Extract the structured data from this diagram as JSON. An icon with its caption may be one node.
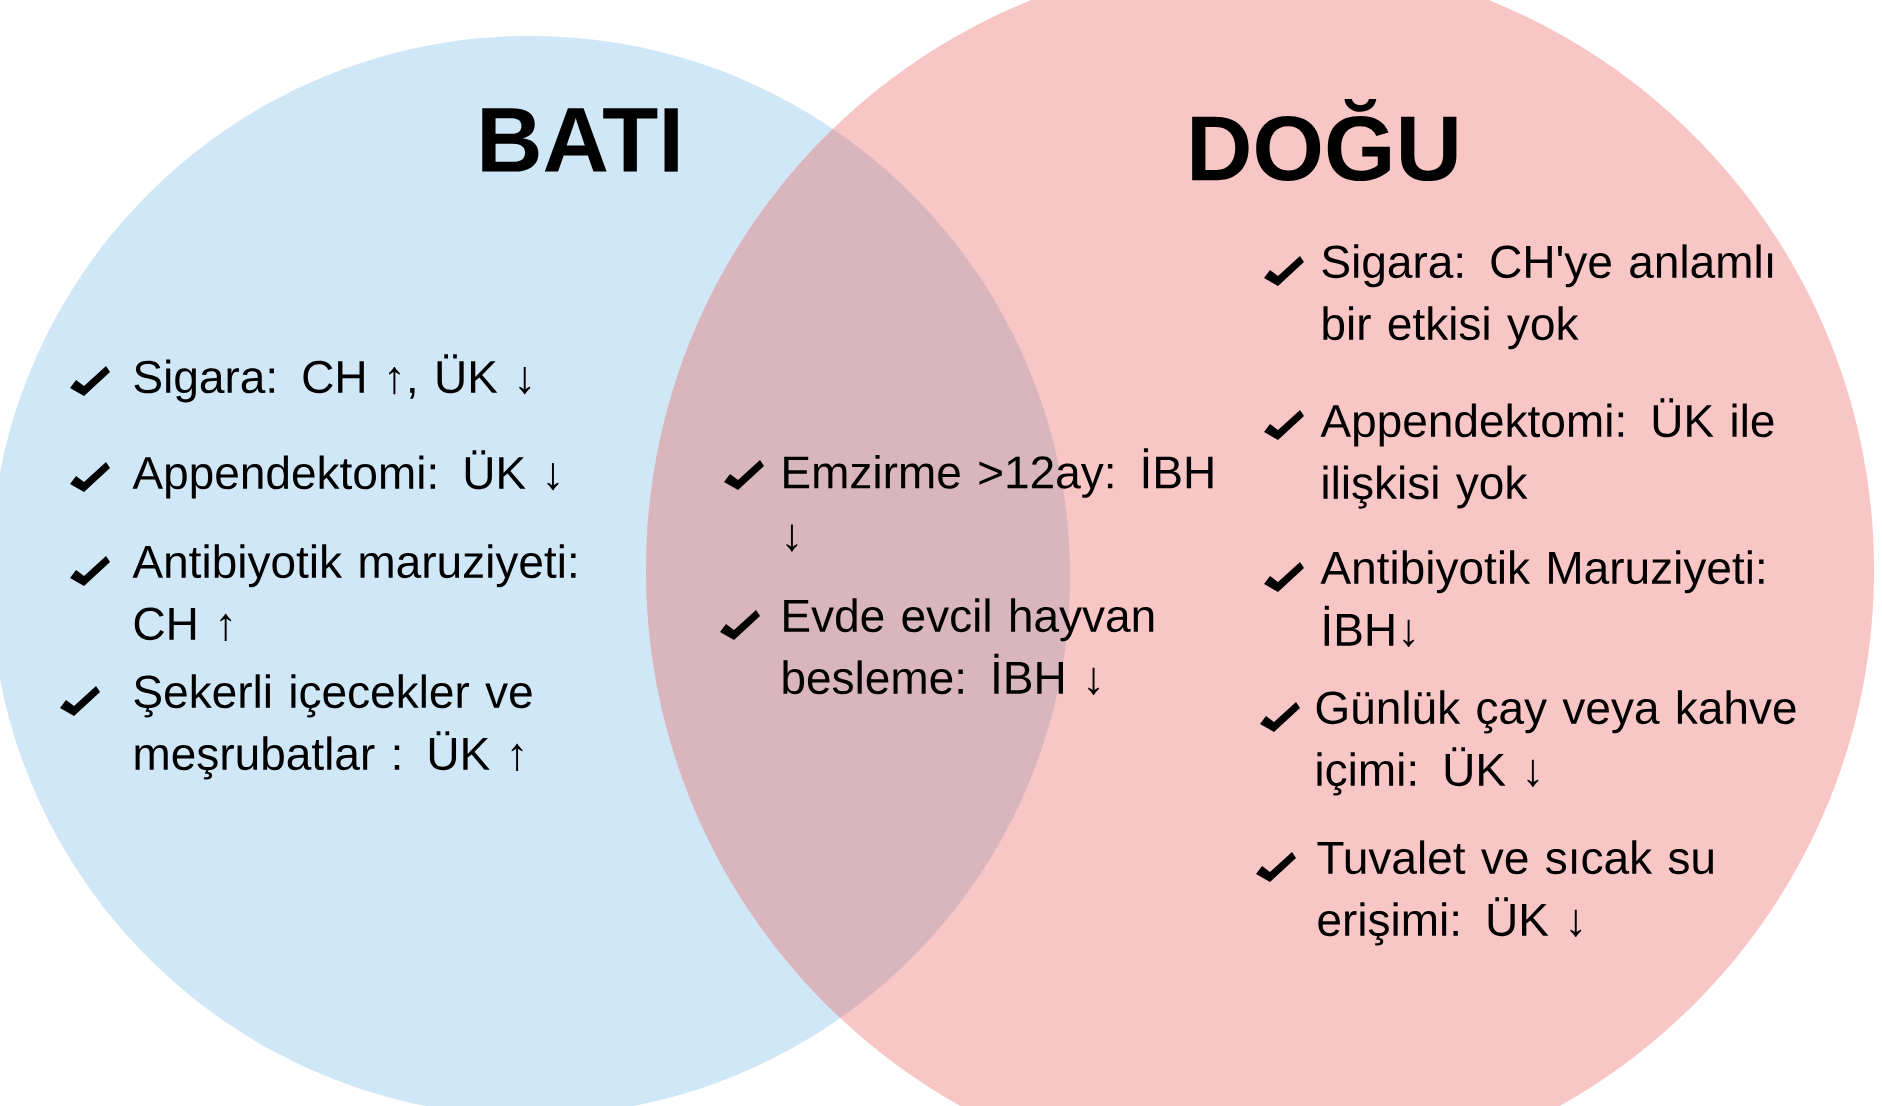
{
  "diagram": {
    "nodes": [
      {
        "text": [
          "BATI",
          "Sigara: CH ↑, ÜK ↓",
          "Appendektomi: ÜK ↓",
          "Antibiyotik maruziyeti: CH ↑",
          "Şekerli içecekler ve meşrubatlar : ÜK ↑"
        ]
      },
      {
        "text": [
          "DOĞU",
          "Sigara: CH'ye anlamlı bir etkisi yok",
          "Appendektomi: ÜK ile ilişkisi yok",
          "Antibiyotik Maruziyeti: İBH↓",
          "Günlük çay veya kahve içimi: ÜK ↓",
          "Tuvalet ve sıcak su erişimi: ÜK ↓"
        ]
      }
    ],
    "labels": [
      "Emzirme >12ay: İBH ↓",
      "Evde evcil hayvan besleme: İBH ↓"
    ]
  }
}
